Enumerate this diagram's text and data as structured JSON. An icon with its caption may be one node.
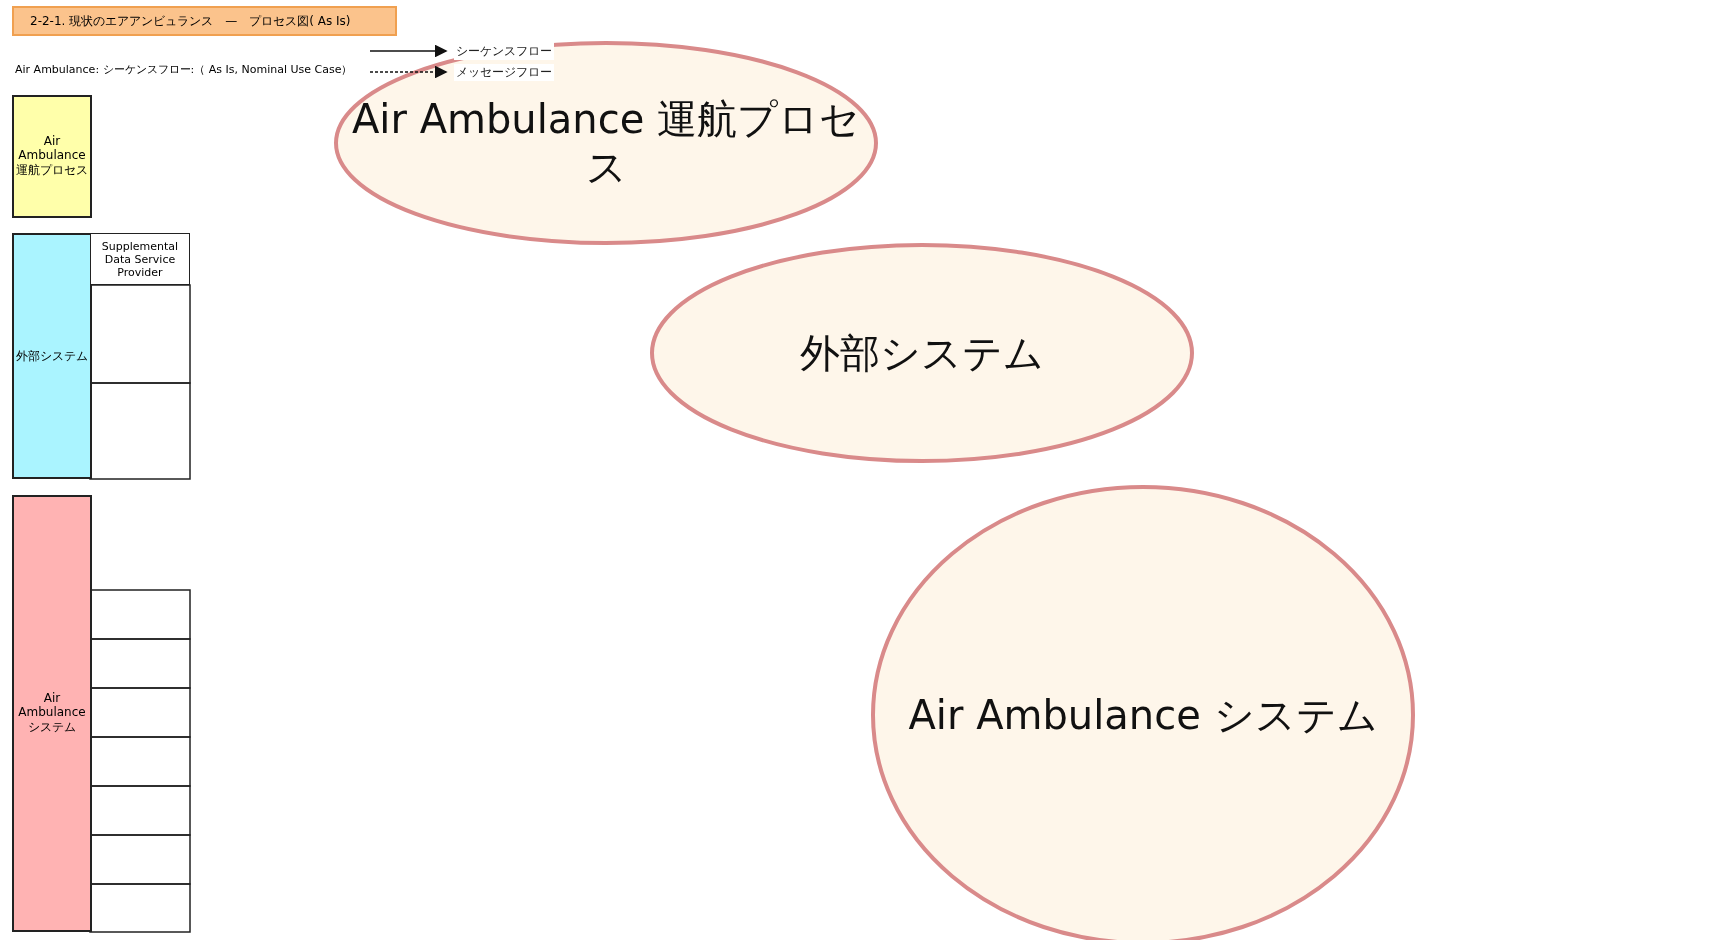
{
  "diagram": {
    "title": "2-2-1. 現状のエアアンビュランス　—　プロセス図( As Is)",
    "nodes": [
      {
        "text": [
          "Air Ambulance 運航プロセス"
        ]
      },
      {
        "text": [
          "外部システム"
        ]
      },
      {
        "text": [
          "Supplemental Data Service Provider"
        ]
      },
      {
        "text": [
          "Air Ambulance システム"
        ]
      },
      {
        "text": [
          "Air Ambulance 運航プロセス"
        ]
      },
      {
        "text": [
          "外部システム"
        ]
      },
      {
        "text": [
          "Air Ambulance システム"
        ]
      }
    ],
    "edges": [],
    "labels": [
      "Air Ambulance: シーケンスフロー:（ As Is, Nominal Use Case）"
    ],
    "legend": [
      {
        "text": "シーケンスフロー"
      },
      {
        "text": "メッセージフロー"
      }
    ]
  }
}
